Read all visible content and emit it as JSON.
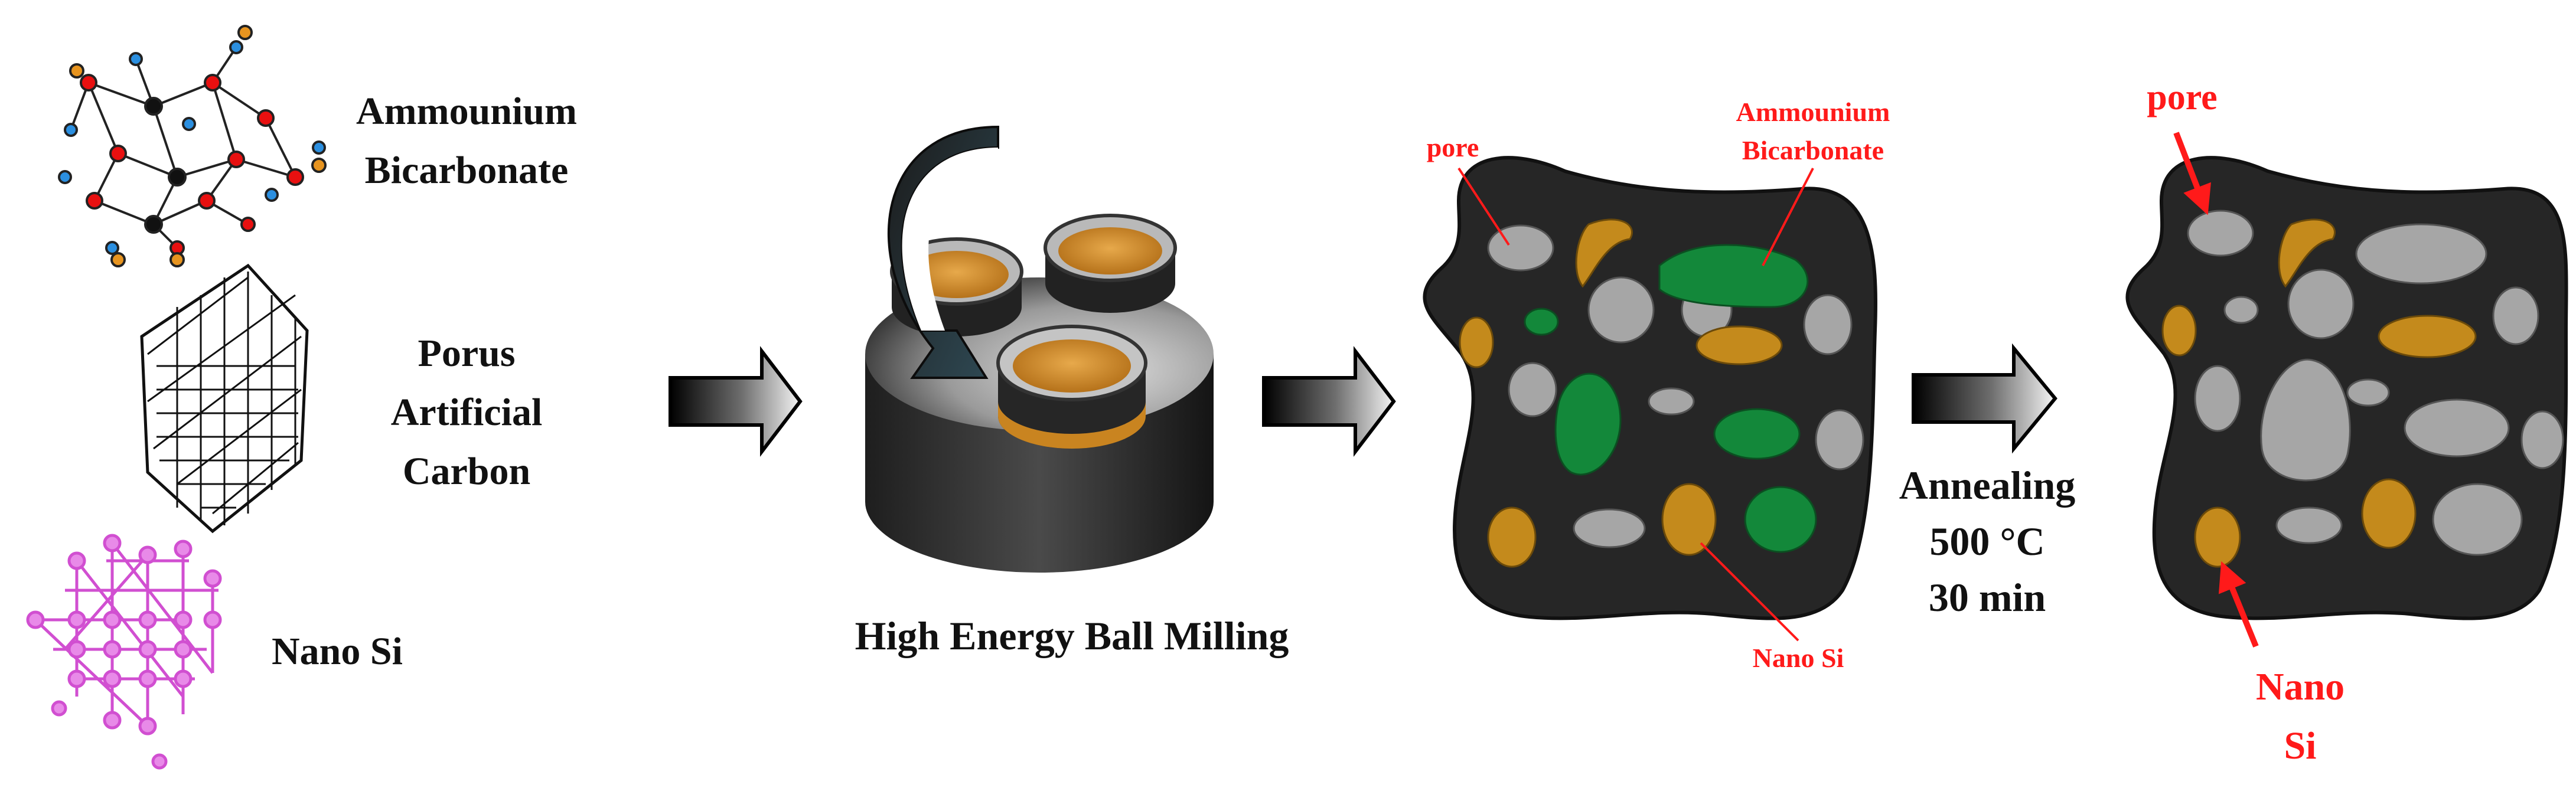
{
  "materials": {
    "ammonium_bicarbonate": {
      "line1": "Ammounium",
      "line2": "Bicarbonate"
    },
    "porous_carbon": {
      "line1": "Porus",
      "line2": "Artificial",
      "line3": "Carbon"
    },
    "nano_si": "Nano Si"
  },
  "process": {
    "ball_milling_label": "High Energy Ball Milling",
    "annealing": {
      "line1": "Annealing",
      "line2": "500 °C",
      "line3": "30 min"
    }
  },
  "composite_before": {
    "pore_label": "pore",
    "ammonium_label": {
      "line1": "Ammounium",
      "line2": "Bicarbonate"
    },
    "nano_si_label": "Nano Si"
  },
  "composite_after": {
    "pore_label": "pore",
    "nano_si_label": {
      "line1": "Nano",
      "line2": "Si"
    }
  },
  "colors": {
    "matrix": "#262626",
    "pore": "#a6a6a6",
    "nano_si": "#c48a1c",
    "ammonium": "#13883a",
    "annotation": "#ff1a1a",
    "jar": "#d08c2a"
  }
}
